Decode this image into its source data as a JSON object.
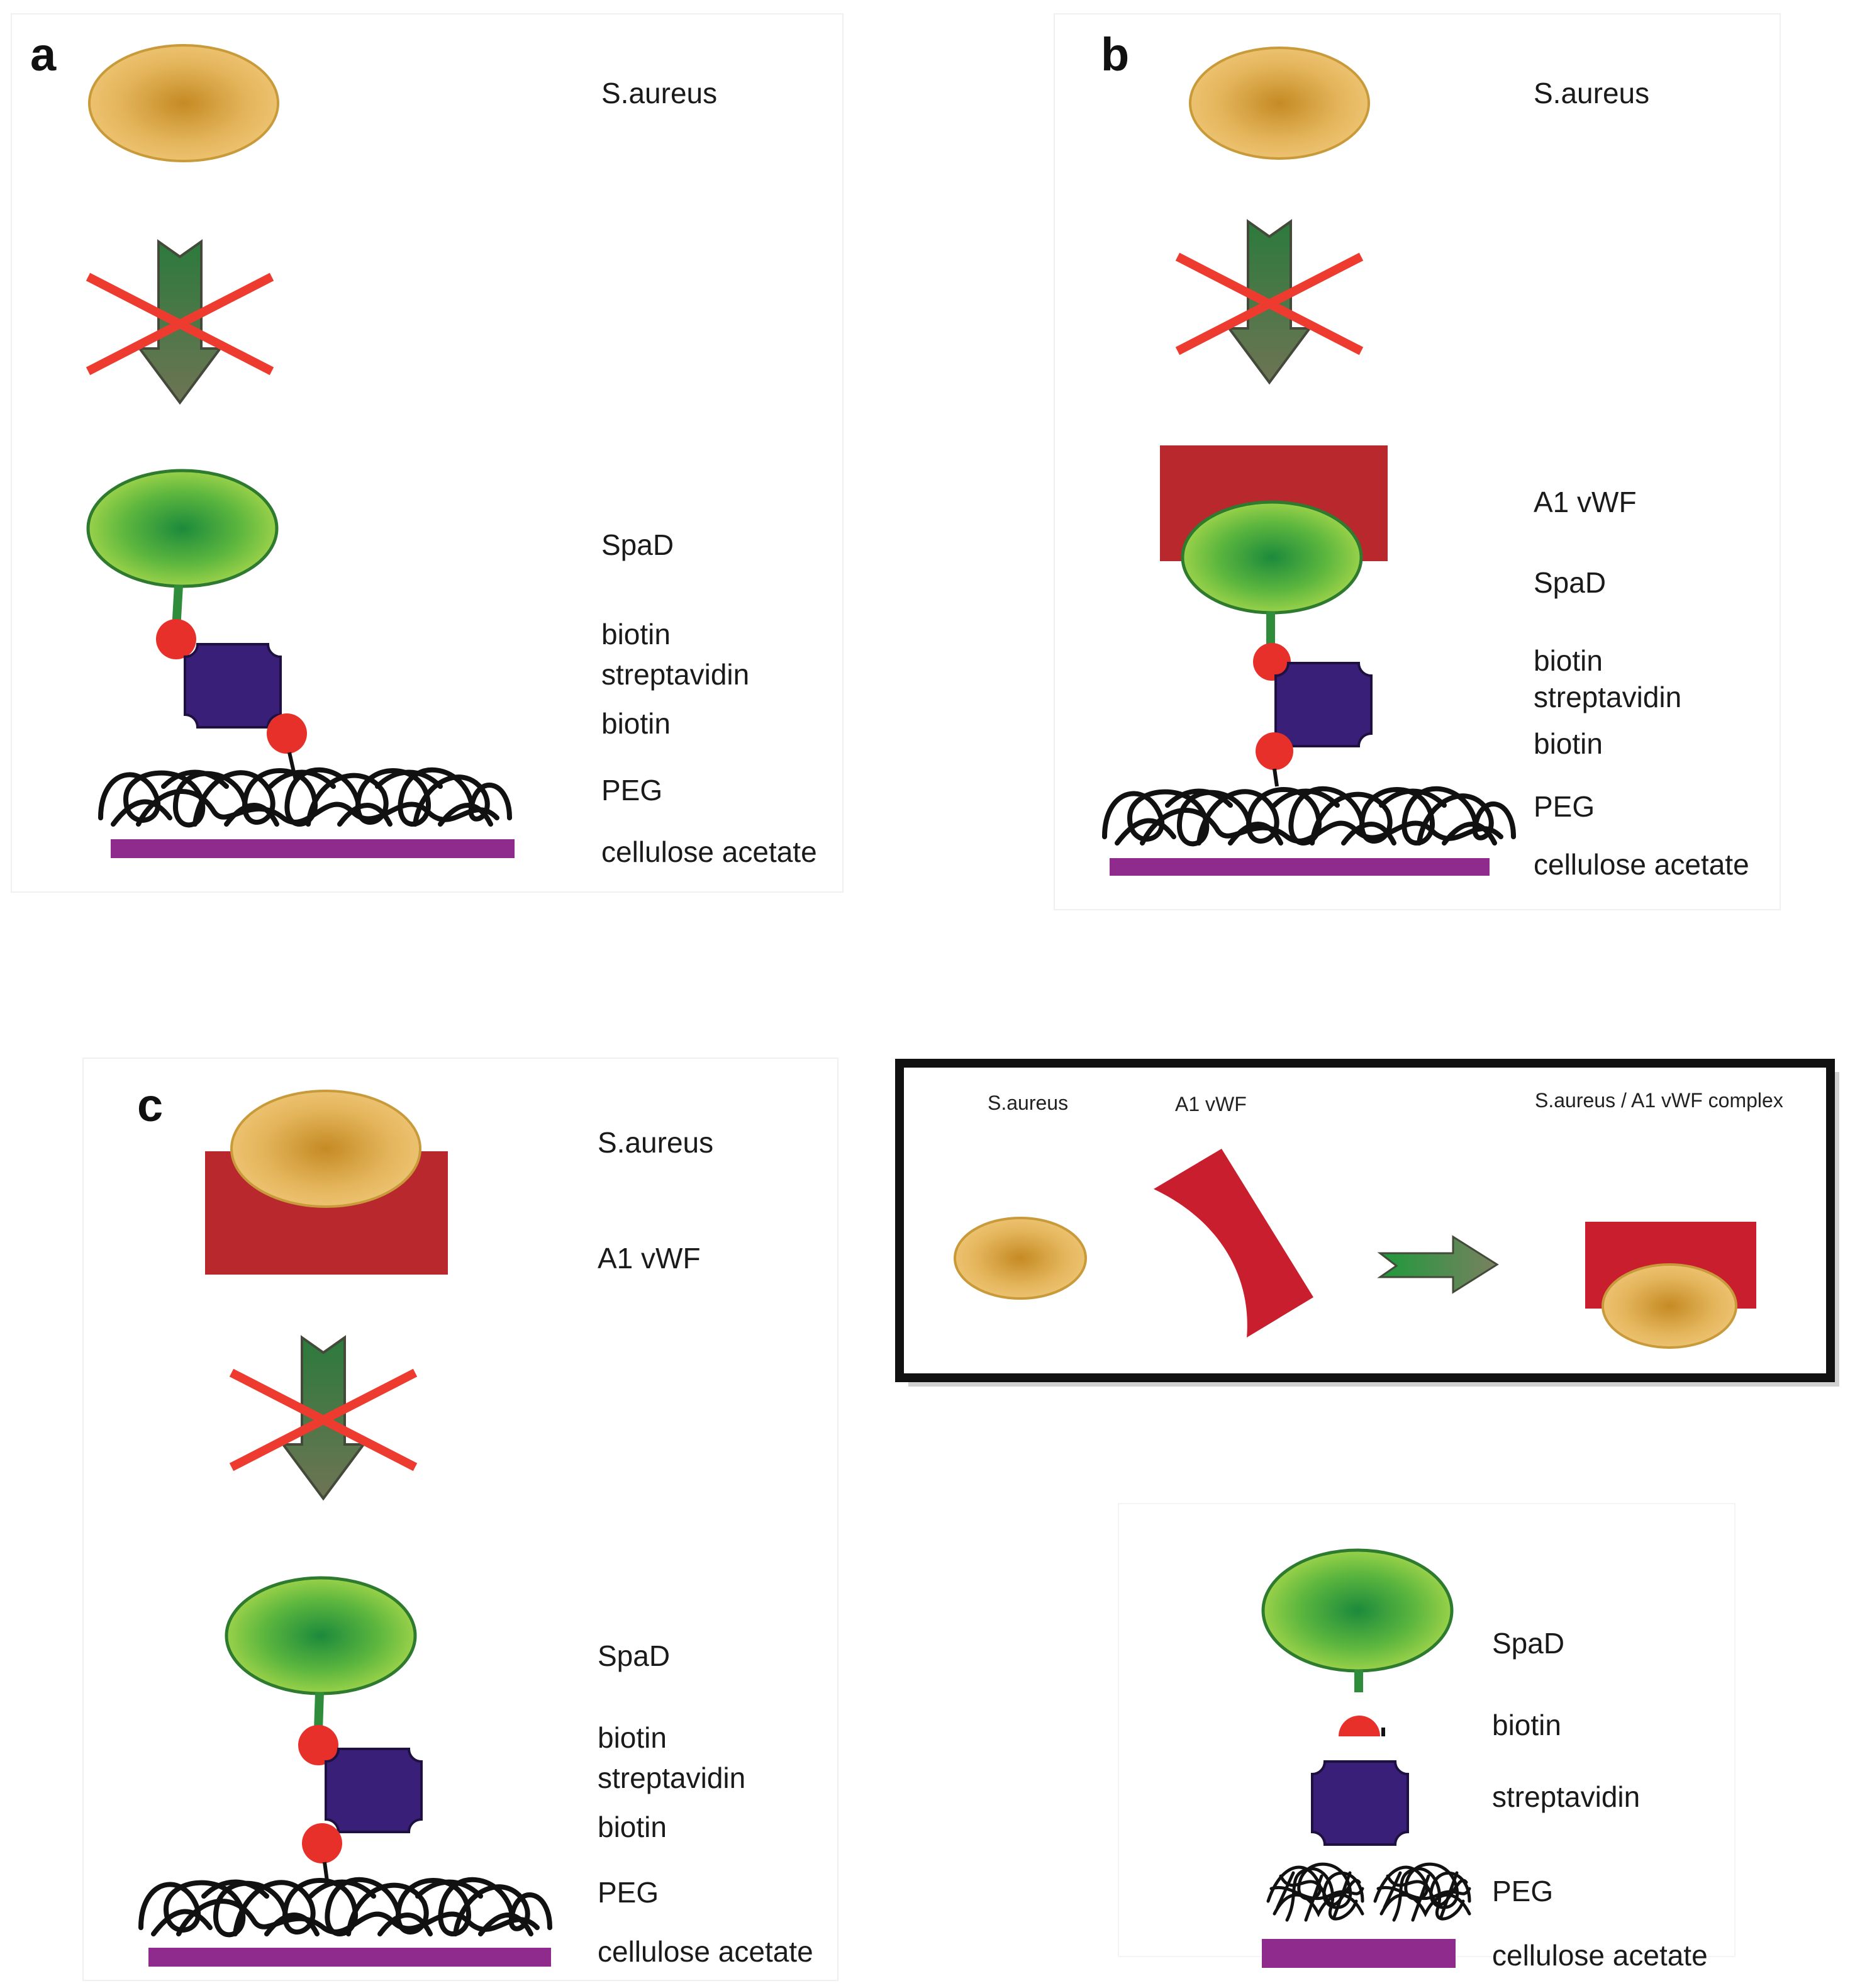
{
  "panels": {
    "a": {
      "letter": "a",
      "labels": {
        "saureus": "S.aureus",
        "spad": "SpaD",
        "biotin_top": "biotin",
        "streptavidin": "streptavidin",
        "biotin_bottom": "biotin",
        "peg": "PEG",
        "cellulose": "cellulose acetate"
      }
    },
    "b": {
      "letter": "b",
      "labels": {
        "saureus": "S.aureus",
        "a1vwf": "A1 vWF",
        "spad": "SpaD",
        "biotin_top": "biotin",
        "streptavidin": "streptavidin",
        "biotin_bottom": "biotin",
        "peg": "PEG",
        "cellulose": "cellulose acetate"
      }
    },
    "c": {
      "letter": "c",
      "labels": {
        "saureus": "S.aureus",
        "a1vwf": "A1 vWF",
        "spad": "SpaD",
        "biotin_top": "biotin",
        "streptavidin": "streptavidin",
        "biotin_bottom": "biotin",
        "peg": "PEG",
        "cellulose": "cellulose acetate"
      }
    }
  },
  "legend": {
    "saureus": "S.aureus",
    "a1vwf": "A1 vWF",
    "complex": "S.aureus / A1 vWF complex"
  },
  "stack": {
    "spad": "SpaD",
    "biotin": "biotin",
    "streptavidin": "streptavidin",
    "peg": "PEG",
    "cellulose": "cellulose acetate"
  },
  "colors": {
    "saureus_fill": "#e8b960",
    "saureus_center": "#c8902c",
    "spad_center": "#1f8a3c",
    "spad_edge": "#a6d64a",
    "a1vwf": "#b8282d",
    "biotin": "#e8302a",
    "streptavidin": "#3a1f78",
    "cellulose": "#8e2b8c",
    "cross": "#ee3b30",
    "peg": "#111111"
  }
}
